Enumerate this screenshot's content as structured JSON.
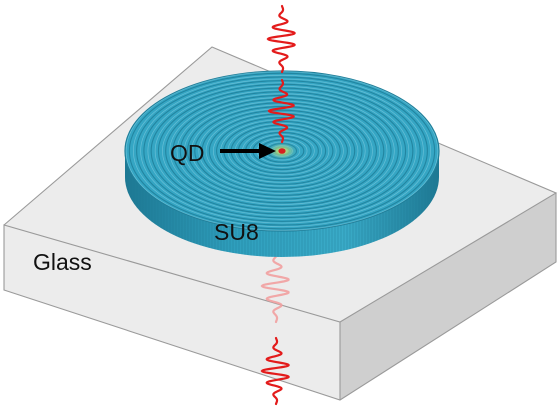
{
  "labels": {
    "glass": "Glass",
    "su8": "SU8",
    "qd": "QD"
  },
  "colors": {
    "glass_top": "#ececec",
    "glass_front": "#ececec",
    "glass_right": "#cfcfcf",
    "glass_edge": "#9a9a9a",
    "disk_top": "#35a6c4",
    "disk_ring": "#1f7f9a",
    "disk_side": "#2b93af",
    "wave": "#e31b1b",
    "wave_faded": "#f2a0a0",
    "quantum_dot": "#d62020",
    "arrow": "#000000"
  },
  "icons": {
    "emitter": "quantum-dot-icon",
    "pointer": "arrow-right-icon",
    "pulse": "wave-packet-icon"
  }
}
